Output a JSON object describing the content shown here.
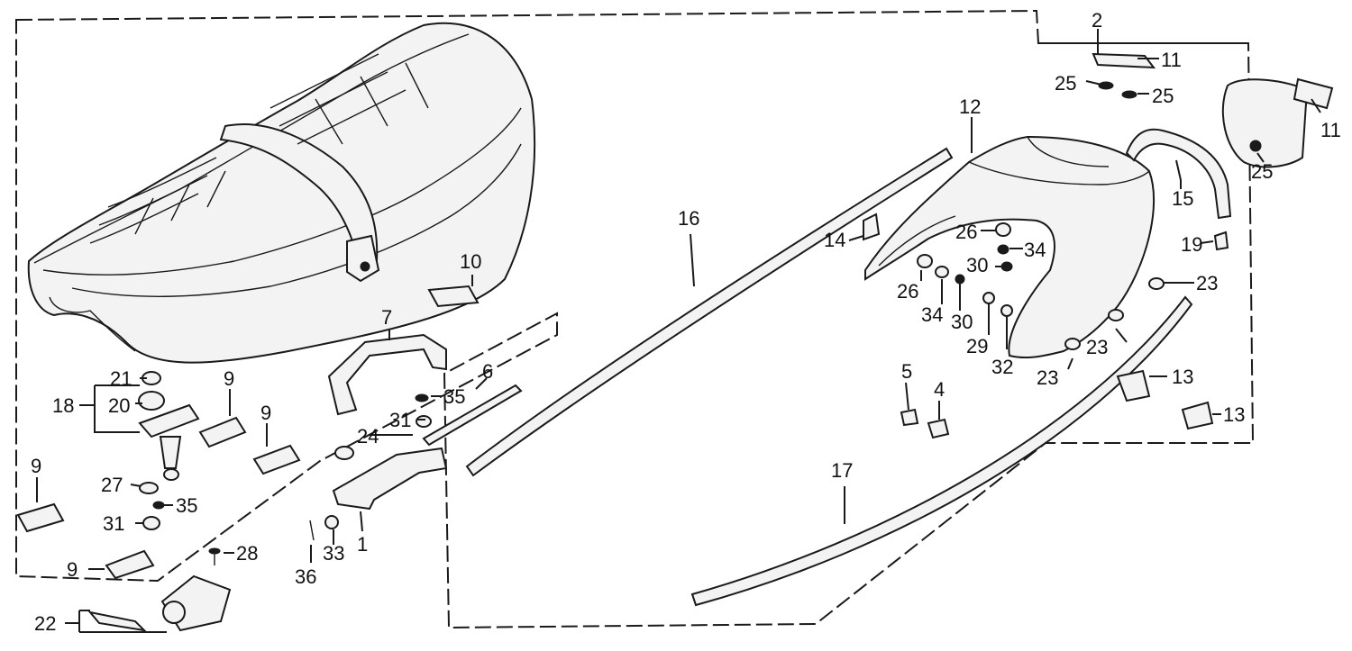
{
  "labels": {
    "l1": "1",
    "l2": "2",
    "l4": "4",
    "l5": "5",
    "l6": "6",
    "l7": "7",
    "l9a": "9",
    "l9b": "9",
    "l9c": "9",
    "l9d": "9",
    "l10": "10",
    "l11a": "11",
    "l11b": "11",
    "l12": "12",
    "l13a": "13",
    "l13b": "13",
    "l14": "14",
    "l15": "15",
    "l16": "16",
    "l17": "17",
    "l18": "18",
    "l19": "19",
    "l20": "20",
    "l21": "21",
    "l22": "22",
    "l23a": "23",
    "l23b": "23",
    "l23c": "23",
    "l24": "24",
    "l25a": "25",
    "l25b": "25",
    "l25c": "25",
    "l26a": "26",
    "l26b": "26",
    "l27": "27",
    "l28": "28",
    "l29": "29",
    "l30a": "30",
    "l30b": "30",
    "l31a": "31",
    "l31b": "31",
    "l32": "32",
    "l33": "33",
    "l34a": "34",
    "l34b": "34",
    "l35a": "35",
    "l35b": "35",
    "l36": "36"
  }
}
